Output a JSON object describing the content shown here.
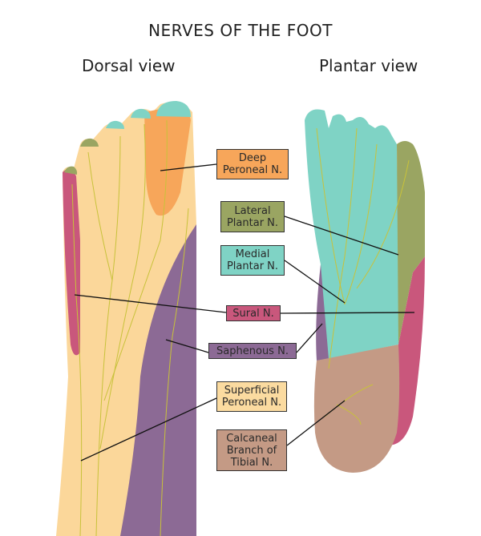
{
  "title": "NERVES OF THE FOOT",
  "views": {
    "dorsal": "Dorsal view",
    "plantar": "Plantar view"
  },
  "labels": [
    {
      "id": "deep-peroneal",
      "line1": "Deep",
      "line2": "Peroneal N.",
      "line3": "",
      "color": "#f7a65a"
    },
    {
      "id": "lateral-plantar",
      "line1": "Lateral",
      "line2": "Plantar N.",
      "line3": "",
      "color": "#9aa562"
    },
    {
      "id": "medial-plantar",
      "line1": "Medial",
      "line2": "Plantar N.",
      "line3": "",
      "color": "#7fd3c5"
    },
    {
      "id": "sural",
      "line1": "Sural N.",
      "line2": "",
      "line3": "",
      "color": "#c9577c"
    },
    {
      "id": "saphenous",
      "line1": "Saphenous N.",
      "line2": "",
      "line3": "",
      "color": "#8c6a95"
    },
    {
      "id": "superficial-peroneal",
      "line1": "Superficial",
      "line2": "Peroneal N.",
      "line3": "",
      "color": "#fbdba0"
    },
    {
      "id": "calcaneal",
      "line1": "Calcaneal",
      "line2": "Branch of",
      "line3": "Tibial N.",
      "color": "#c49a85"
    }
  ]
}
